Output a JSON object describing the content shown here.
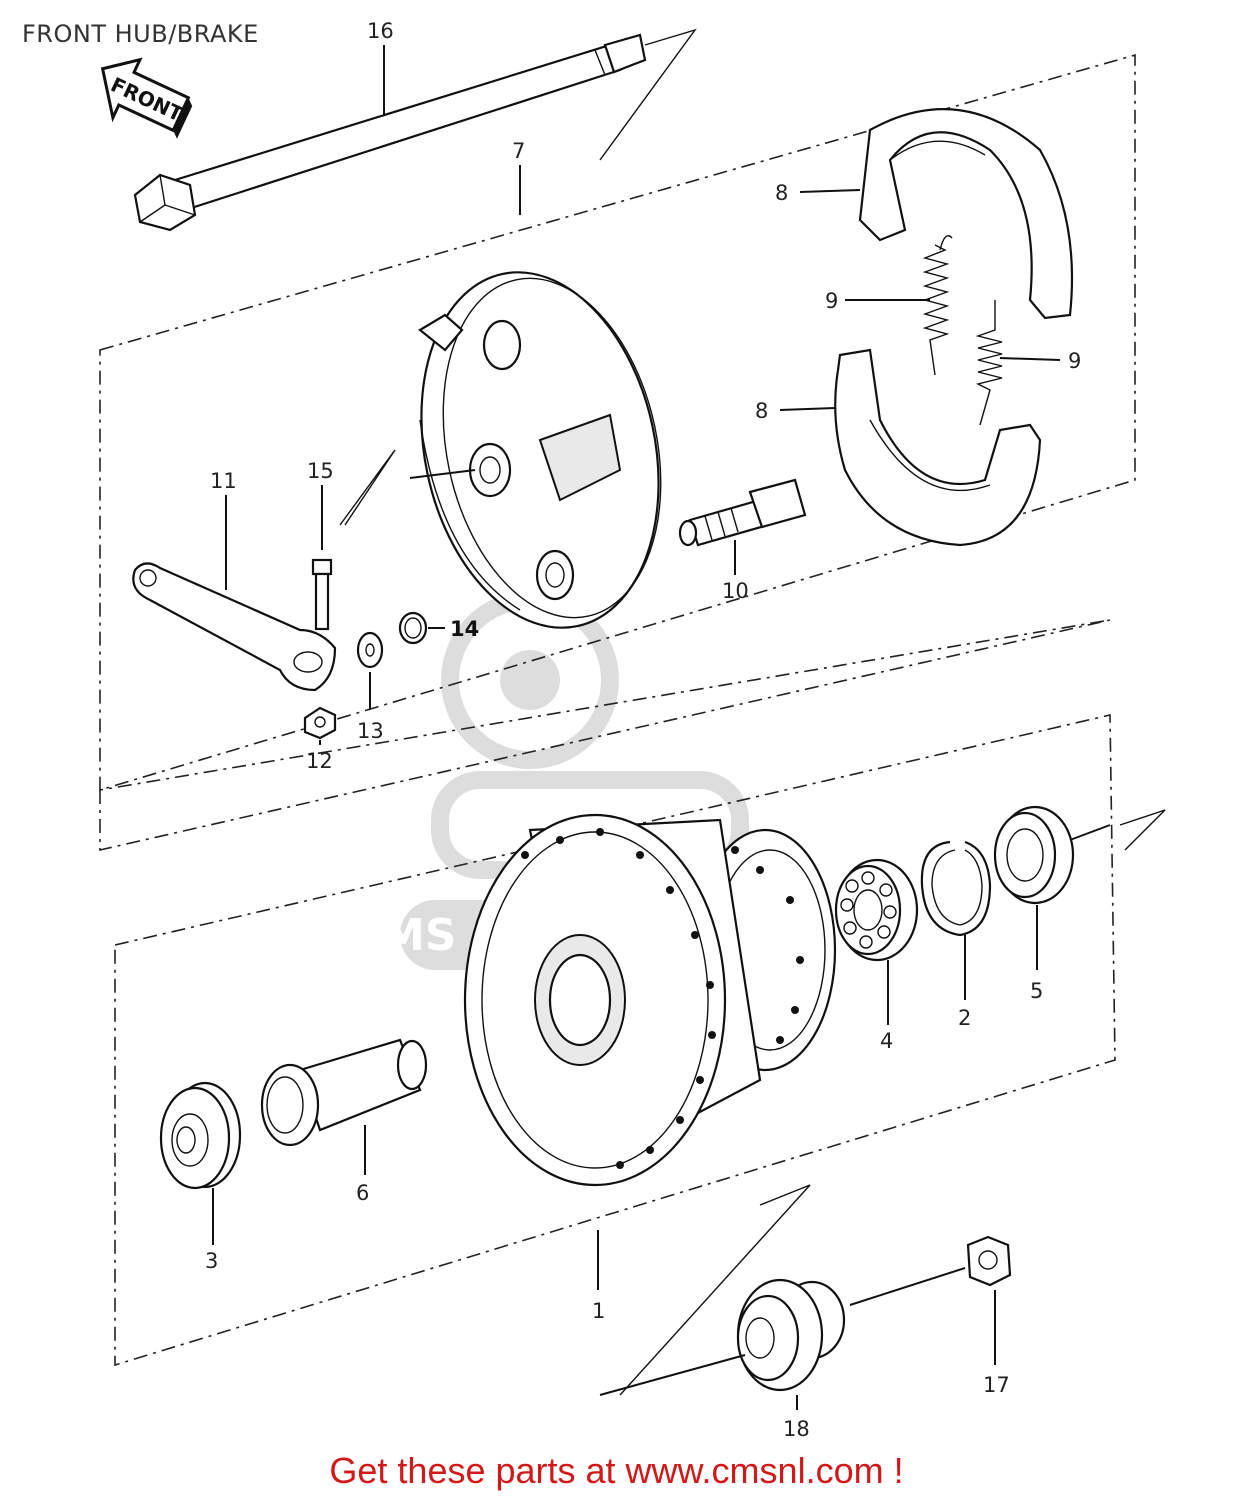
{
  "title": "FRONT HUB/BRAKE",
  "front_arrow_text": "FRONT",
  "watermark_text": "CMS www.cmsnl.com",
  "footer": "Get these parts at www.cmsnl.com !",
  "colors": {
    "footer": "#d21919",
    "ink": "#111111"
  },
  "callouts": {
    "c1": "1",
    "c2": "2",
    "c3": "3",
    "c4": "4",
    "c5": "5",
    "c6": "6",
    "c7": "7",
    "c8a": "8",
    "c8b": "8",
    "c9a": "9",
    "c9b": "9",
    "c10": "10",
    "c11": "11",
    "c12": "12",
    "c13": "13",
    "c14": "14",
    "c15": "15",
    "c16": "16",
    "c17": "17",
    "c18": "18"
  }
}
